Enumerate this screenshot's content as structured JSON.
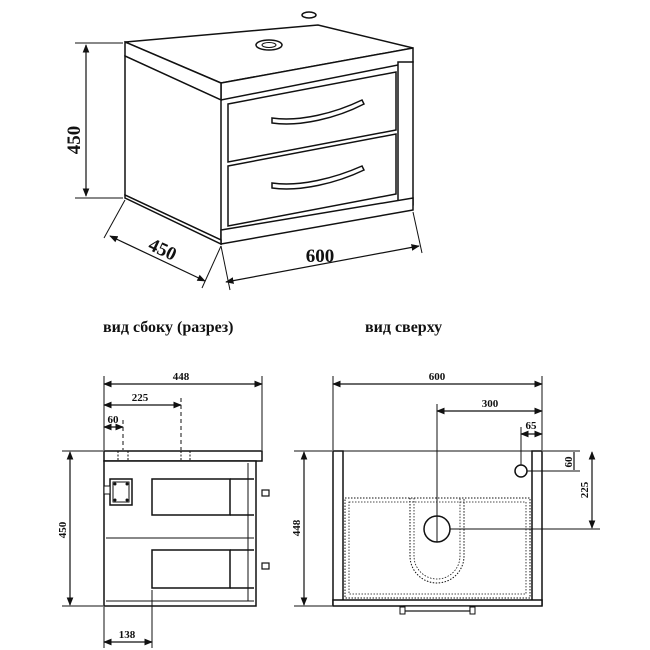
{
  "iso_view": {
    "dims": {
      "height": "450",
      "depth": "450",
      "width": "600"
    }
  },
  "side_view": {
    "caption": "вид сбоку (разрез)",
    "dims": {
      "depth": "448",
      "hole_center": "225",
      "hole_offset": "60",
      "height": "450",
      "drain_offset": "138"
    }
  },
  "top_view": {
    "caption": "вид сверху",
    "dims": {
      "width": "600",
      "hole_center": "300",
      "small_hole_x": "65",
      "small_hole_y": "60",
      "hole_y": "225",
      "depth": "448"
    }
  }
}
